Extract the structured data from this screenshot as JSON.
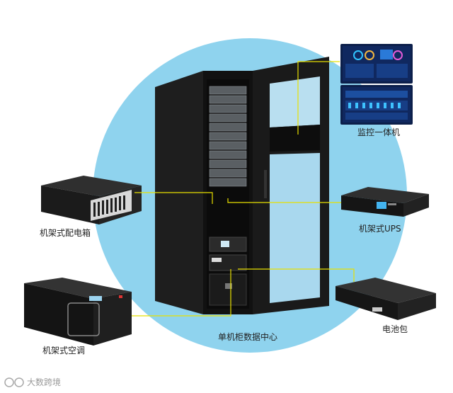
{
  "labels": {
    "monitor": "监控一体机",
    "pdu": "机架式配电箱",
    "ups": "机架式UPS",
    "aircon": "机架式空调",
    "battery": "电池包",
    "cabinet": "单机柜数据中心"
  },
  "watermark": "大数跨境",
  "colors": {
    "circle": "#8fd3ee",
    "connector": "#e8e000",
    "cabinet": "#161616"
  }
}
